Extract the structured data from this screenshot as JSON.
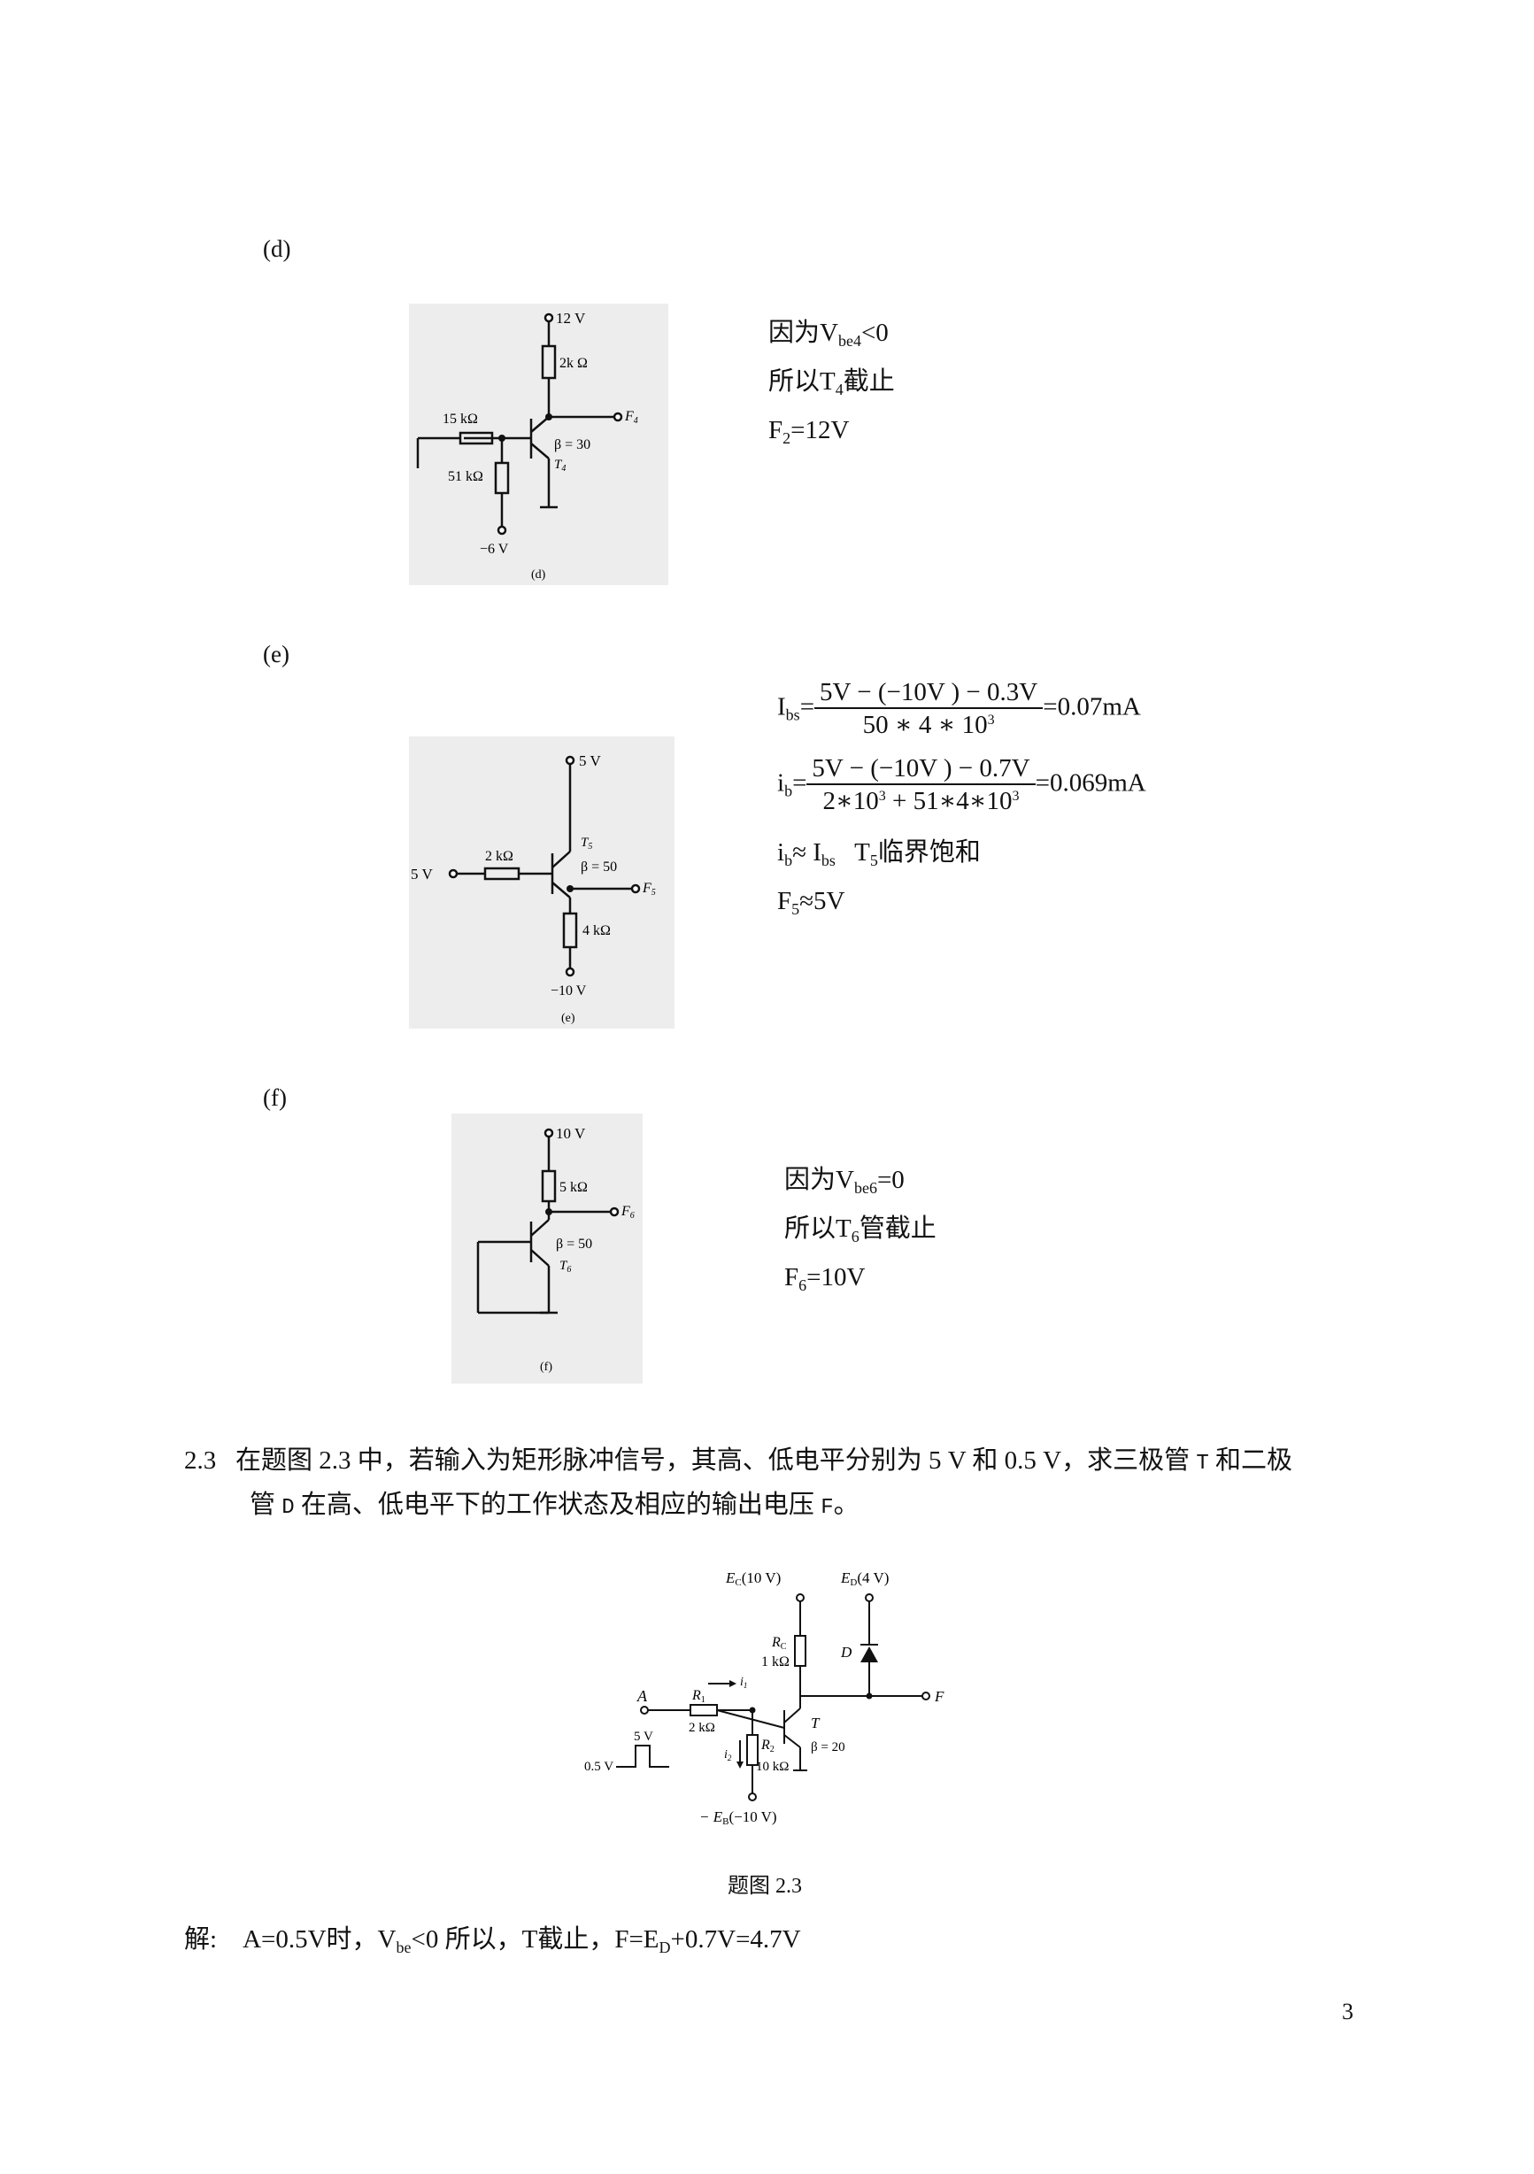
{
  "sections": {
    "d_label": "(d)",
    "e_label": "(e)",
    "f_label": "(f)"
  },
  "fig_d": {
    "vcc": "12 V",
    "rc": "2k Ω",
    "rb": "15 kΩ",
    "rbb": "51 kΩ",
    "beta": "β = 30",
    "transistor": "T",
    "transistor_sub": "4",
    "out": "F",
    "out_sub": "4",
    "vee": "−6 V",
    "caption": "(d)"
  },
  "ans_d": {
    "line1_a": "因为V",
    "line1_sub": "be4",
    "line1_b": "<0",
    "line2_a": "所以T",
    "line2_sub": "4",
    "line2_b": "截止",
    "line3_a": "F",
    "line3_sub": "2",
    "line3_b": "=12V"
  },
  "fig_e": {
    "vcc": "5 V",
    "vin": "5 V",
    "rb": "2 kΩ",
    "re": "4 kΩ",
    "transistor": "T",
    "transistor_sub": "5",
    "beta": "β = 50",
    "out": "F",
    "out_sub": "5",
    "vee": "−10 V",
    "caption": "(e)"
  },
  "ans_e": {
    "ibs_lhs": "I",
    "ibs_sub": "bs",
    "ibs_num": "5V  − (−10V ) − 0.3V",
    "ibs_den_a": "50 ∗ 4 ∗ 10",
    "ibs_den_sup": "3",
    "ibs_res": "=0.07mA",
    "ib_lhs": "i",
    "ib_sub": "b",
    "ib_num": "5V  − (−10V ) − 0.7V",
    "ib_den_a": "2∗10",
    "ib_den_sup1": "3",
    "ib_den_b": " + 51∗4∗10",
    "ib_den_sup2": "3",
    "ib_res": "=0.069mA",
    "line3_a": "i",
    "line3_sub1": "b",
    "line3_b": "≈ I",
    "line3_sub2": "bs",
    "line3_c": "   T",
    "line3_sub3": "5",
    "line3_d": "临界饱和",
    "line4_a": "F",
    "line4_sub": "5",
    "line4_b": "≈5V"
  },
  "fig_f": {
    "vcc": "10 V",
    "rc": "5 kΩ",
    "beta": "β = 50",
    "transistor": "T",
    "transistor_sub": "6",
    "out": "F",
    "out_sub": "6",
    "caption": "(f)"
  },
  "ans_f": {
    "line1_a": "因为V",
    "line1_sub": "be6",
    "line1_b": "=0",
    "line2_a": "所以T",
    "line2_sub": "6",
    "line2_b": "管截止",
    "line3_a": "F",
    "line3_sub": "6",
    "line3_b": "=10V"
  },
  "problem": {
    "number": "2.3",
    "line1_a": "在题图 2.3 中，若输入为矩形脉冲信号，其高、低电平分别为 5 V 和 0.5 V，求三极管 ",
    "line1_t": "T",
    "line1_b": " 和二极",
    "line2_a": "管 ",
    "line2_d": "D",
    "line2_b": " 在高、低电平下的工作状态及相应的输出电压 ",
    "line2_f": "F",
    "line2_c": "。"
  },
  "fig_23": {
    "ec": "E",
    "ec_sub": "C",
    "ec_val": "(10 V)",
    "ed": "E",
    "ed_sub": "D",
    "ed_val": "(4 V)",
    "rc": "R",
    "rc_sub": "C",
    "rc_val": "1 kΩ",
    "diode": "D",
    "i1": "i",
    "i1_sub": "1",
    "r1": "R",
    "r1_sub": "1",
    "r1_val": "2 kΩ",
    "a": "A",
    "high": "5 V",
    "low": "0.5 V",
    "i2": "i",
    "i2_sub": "2",
    "r2": "R",
    "r2_sub": "2",
    "r2_val": "10 kΩ",
    "t": "T",
    "beta": "β = 20",
    "f": "F",
    "eb": "− E",
    "eb_sub": "B",
    "eb_val": "(−10 V)",
    "caption": "题图 2.3"
  },
  "solution": {
    "prefix": "解:",
    "a": "A=0.5V时，V",
    "a_sub": "be",
    "b": "<0  所以，T截止，F=E",
    "b_sub": "D",
    "c": "+0.7V=4.7V"
  },
  "page_number": "3"
}
